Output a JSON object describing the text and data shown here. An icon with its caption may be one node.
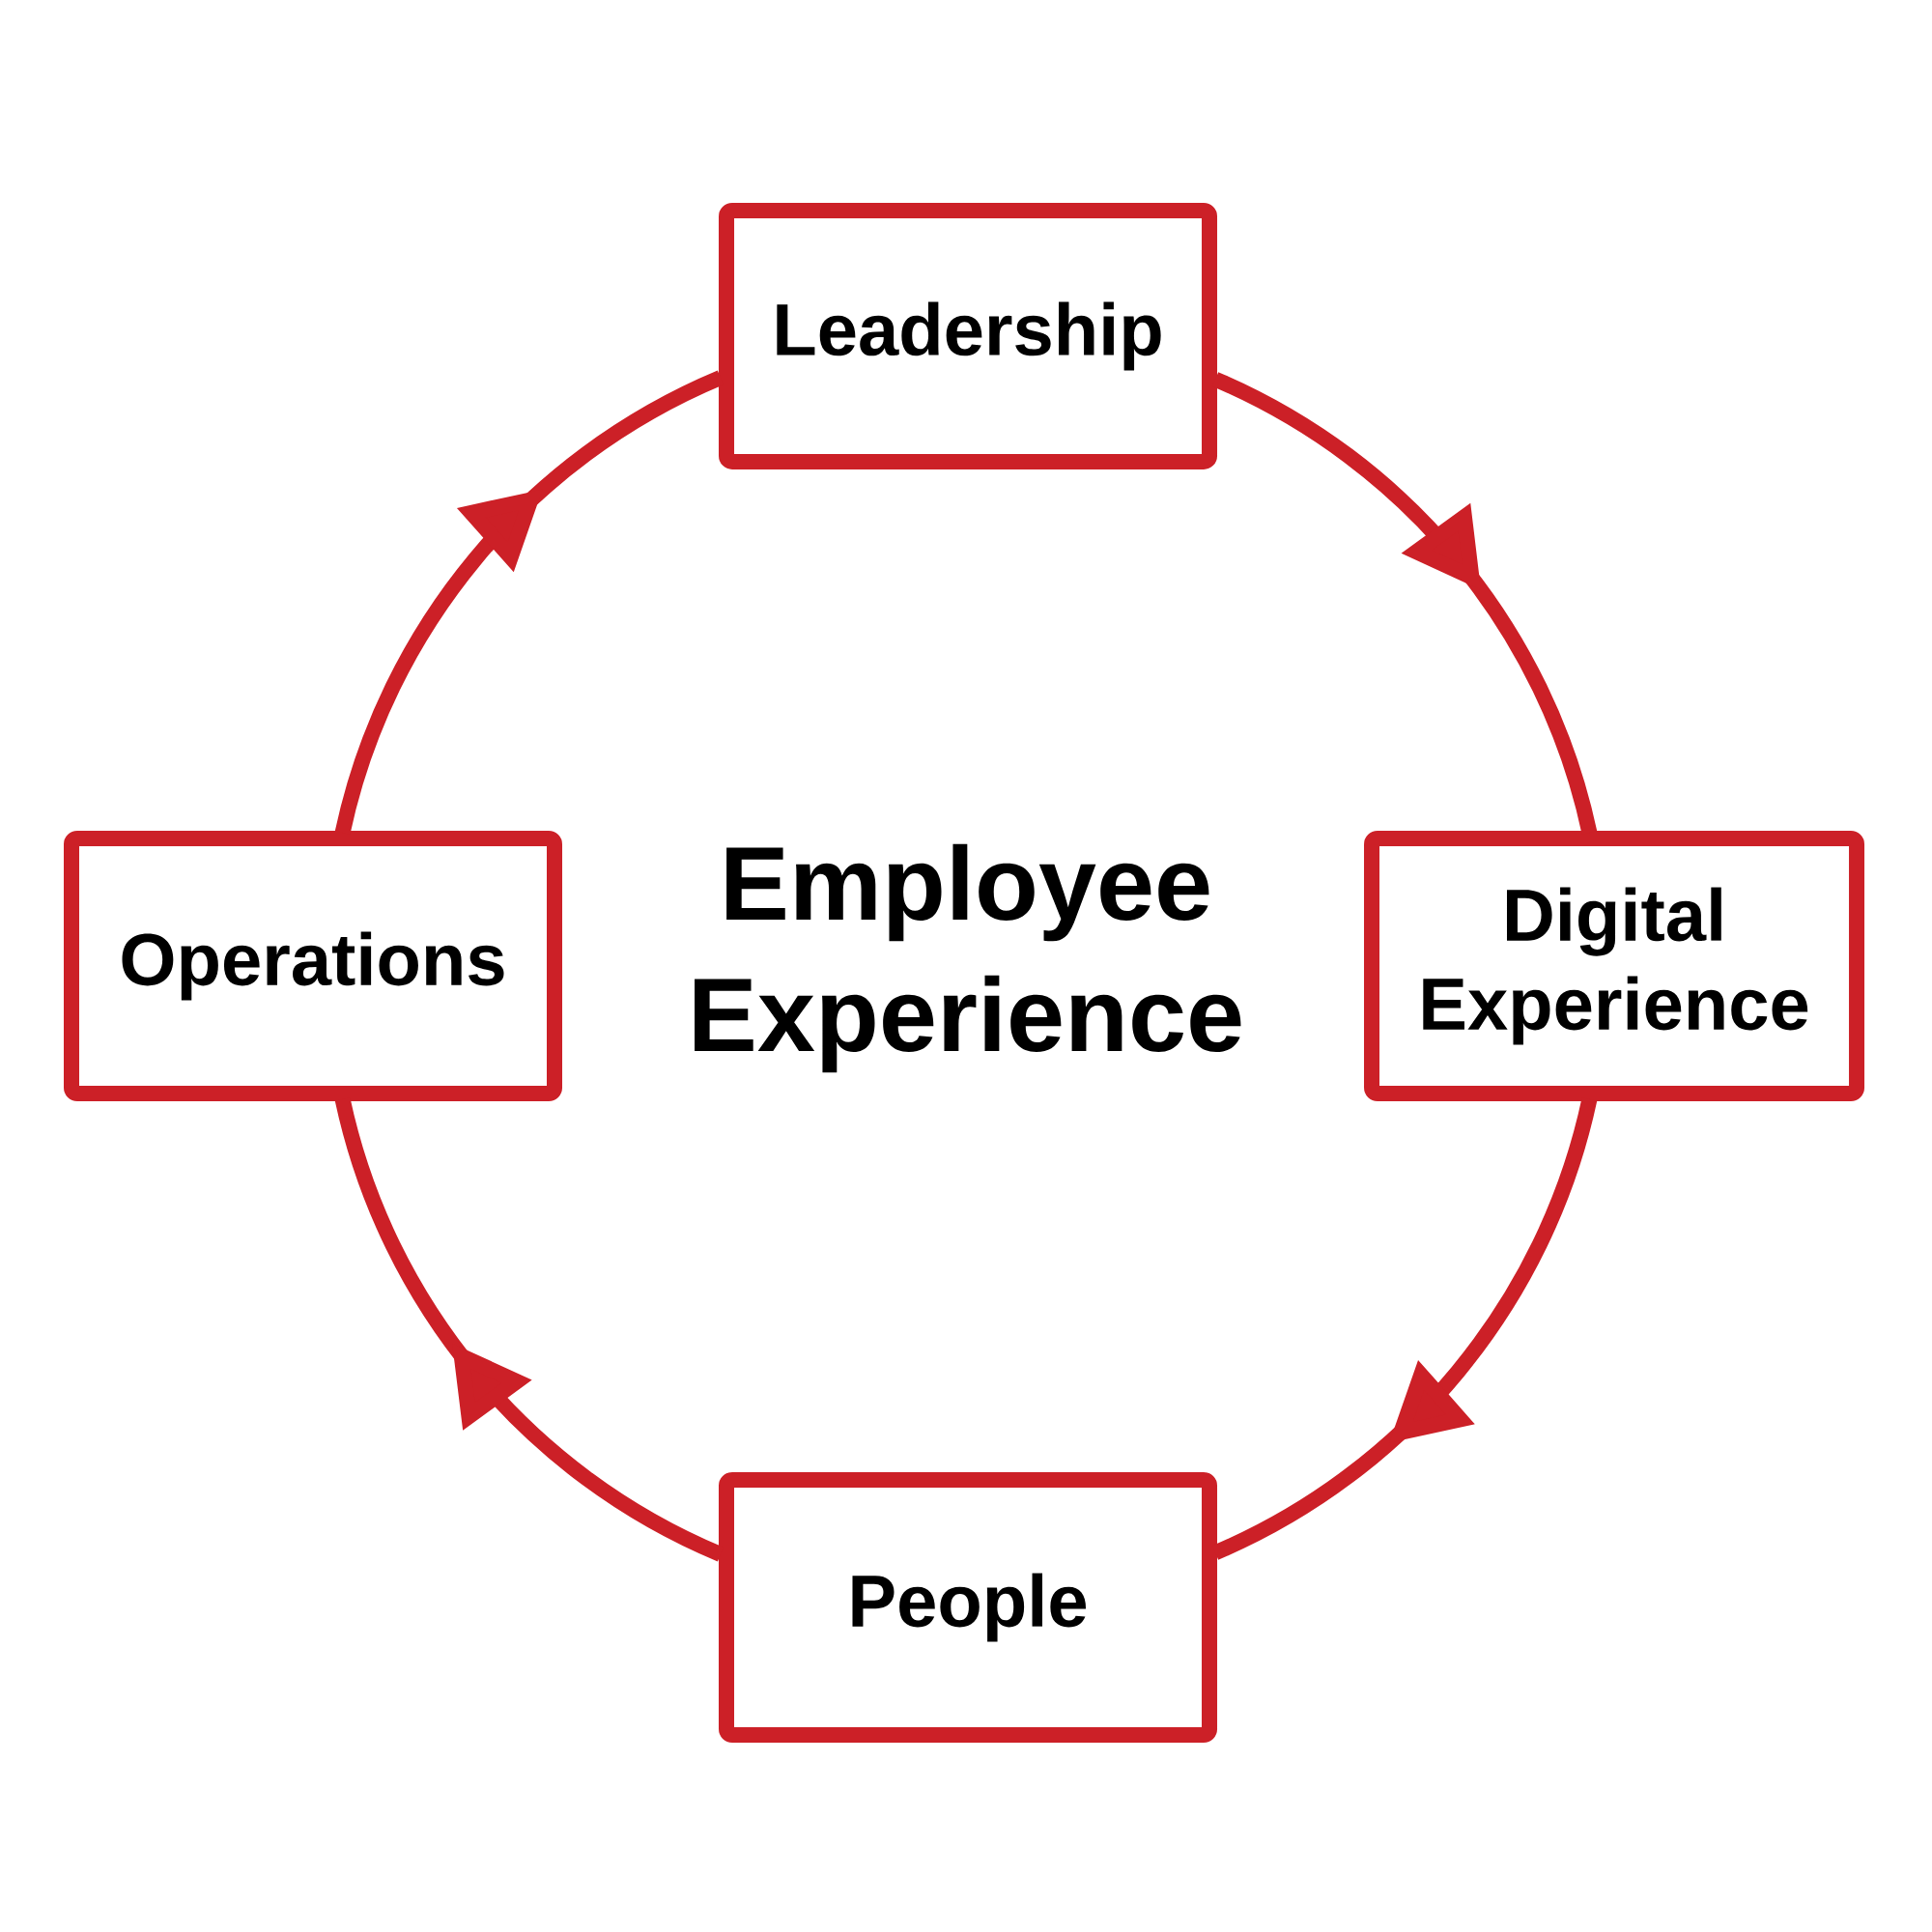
{
  "diagram": {
    "nodes": [
      {
        "text": [
          "Leadership"
        ]
      },
      {
        "text": [
          "Digital Experience"
        ]
      },
      {
        "text": [
          "People"
        ]
      },
      {
        "text": [
          "Operations"
        ]
      }
    ],
    "edges": [
      {
        "from": 0,
        "to": 1,
        "arrow": "to"
      },
      {
        "from": 1,
        "to": 2,
        "arrow": "to"
      },
      {
        "from": 2,
        "to": 3,
        "arrow": "to"
      },
      {
        "from": 3,
        "to": 0,
        "arrow": "to"
      }
    ],
    "labels": [
      "Employee Experience"
    ]
  }
}
